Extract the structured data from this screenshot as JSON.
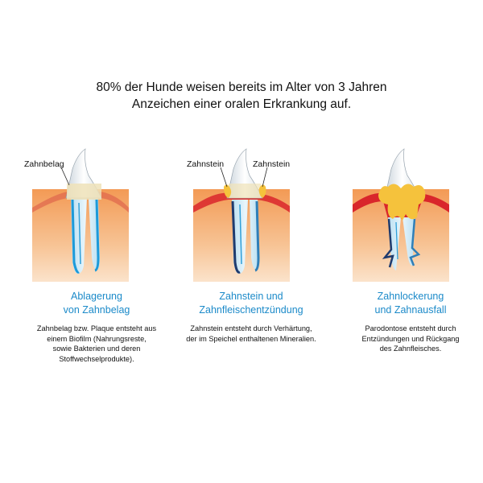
{
  "headline": {
    "line1": "80% der Hunde weisen bereits im Alter von 3 Jahren",
    "line2": "Anzeichen einer oralen Erkrankung auf."
  },
  "stages": [
    {
      "title1": "Ablagerung",
      "title2": "von Zahnbelag",
      "desc": [
        "Zahnbelag bzw. Plaque entsteht aus",
        "einem Biofilm (Nahrungsreste,",
        "sowie Bakterien und deren",
        "Stoffwechselprodukte)."
      ],
      "callouts": [
        "Zahnbelag"
      ]
    },
    {
      "title1": "Zahnstein und",
      "title2": "Zahnfleischentzündung",
      "desc": [
        "Zahnstein entsteht durch Verhärtung,",
        "der im Speichel enthaltenen Mineralien."
      ],
      "callouts": [
        "Zahnstein",
        "Zahnstein"
      ]
    },
    {
      "title1": "Zahnlockerung",
      "title2": "und Zahnausfall",
      "desc": [
        "Parodontose entsteht durch",
        "Entzündungen und Rückgang",
        "des Zahnfleisches."
      ],
      "callouts": []
    }
  ],
  "colors": {
    "title_blue": "#1b8ac9",
    "root_canal": "#2f9fd8",
    "gum_red": "#d9262b",
    "tissue_orange": "#f2a25c",
    "calculus_yellow": "#f5c23c"
  }
}
